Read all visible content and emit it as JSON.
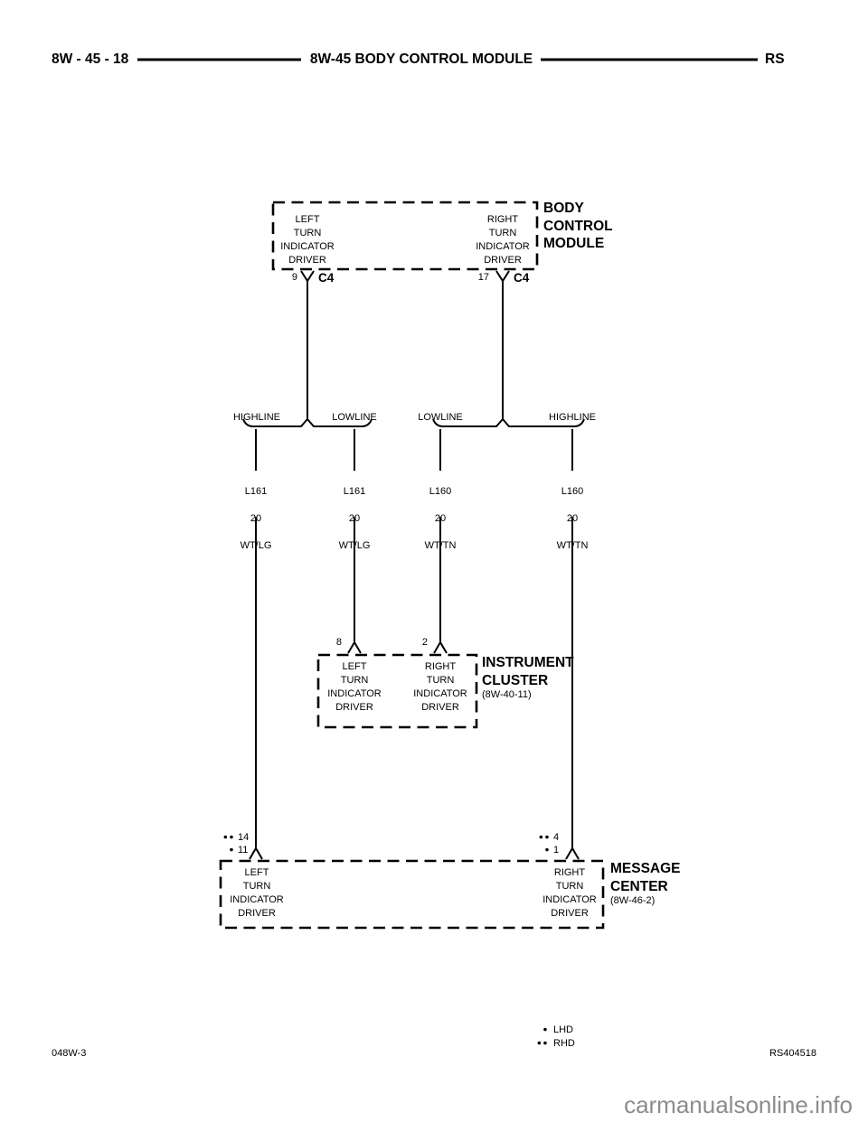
{
  "header": {
    "page_ref": "8W - 45 - 18",
    "title": "8W-45 BODY CONTROL MODULE",
    "platform_code": "RS"
  },
  "body_control_module": {
    "label": "BODY\nCONTROL\nMODULE",
    "left_driver": "LEFT\nTURN\nINDICATOR\nDRIVER",
    "right_driver": "RIGHT\nTURN\nINDICATOR\nDRIVER",
    "left_pin": "9",
    "left_connector": "C4",
    "right_pin": "17",
    "right_connector": "C4"
  },
  "splitters": {
    "left": {
      "left_label": "HIGHLINE",
      "right_label": "LOWLINE"
    },
    "right": {
      "left_label": "LOWLINE",
      "right_label": "HIGHLINE"
    }
  },
  "wires": [
    {
      "circuit": "L161",
      "gauge": "20",
      "color": "WT/LG"
    },
    {
      "circuit": "L161",
      "gauge": "20",
      "color": "WT/LG"
    },
    {
      "circuit": "L160",
      "gauge": "20",
      "color": "WT/TN"
    },
    {
      "circuit": "L160",
      "gauge": "20",
      "color": "WT/TN"
    }
  ],
  "instrument_cluster": {
    "label": "INSTRUMENT\nCLUSTER",
    "ref": "(8W-40-11)",
    "left_pin": "8",
    "right_pin": "2",
    "left_driver": "LEFT\nTURN\nINDICATOR\nDRIVER",
    "right_driver": "RIGHT\nTURN\nINDICATOR\nDRIVER"
  },
  "message_center": {
    "label": "MESSAGE\nCENTER",
    "ref": "(8W-46-2)",
    "left_pins": [
      {
        "dots": "●●",
        "pin": "14"
      },
      {
        "dots": "●",
        "pin": "11"
      }
    ],
    "right_pins": [
      {
        "dots": "●●",
        "pin": "4"
      },
      {
        "dots": "●",
        "pin": "1"
      }
    ],
    "left_driver": "LEFT\nTURN\nINDICATOR\nDRIVER",
    "right_driver": "RIGHT\nTURN\nINDICATOR\nDRIVER"
  },
  "legend": [
    {
      "dots": "●",
      "label": "LHD"
    },
    {
      "dots": "●●",
      "label": "RHD"
    }
  ],
  "footer": {
    "left_code": "048W-3",
    "right_code": "RS404518"
  },
  "watermark": "carmanualsonline.info",
  "colors": {
    "line": "#000000",
    "watermark": "#8c8c8c",
    "background": "#ffffff"
  }
}
